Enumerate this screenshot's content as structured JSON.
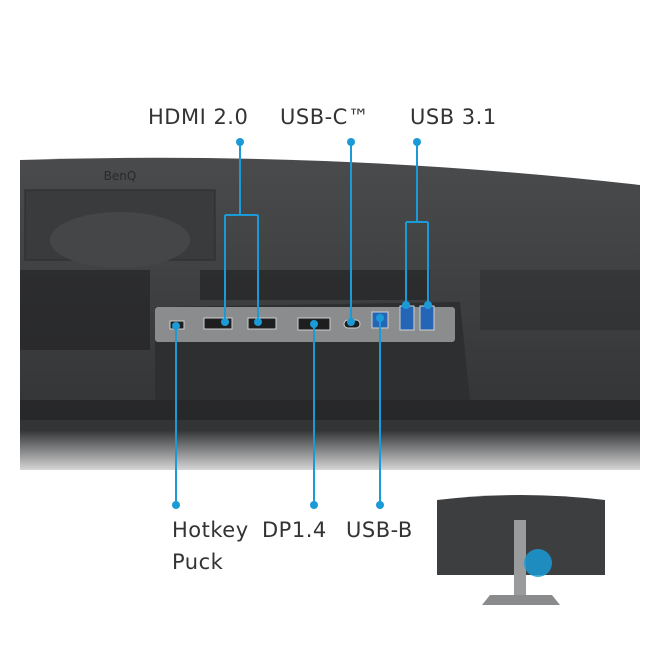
{
  "brand": "BenQ",
  "callouts_top": [
    "HDMI 2.0",
    "USB-C™",
    "USB 3.1"
  ],
  "callouts_bottom": [
    "Hotkey",
    "Puck",
    "DP1.4",
    "USB-B"
  ],
  "colors": {
    "accent": "#1a9ad6",
    "body": "#3b3c3e",
    "panel": "#8b8c8e"
  }
}
